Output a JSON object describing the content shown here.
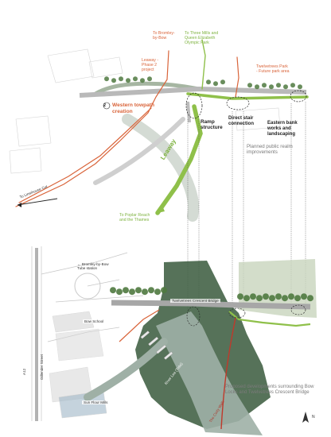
{
  "colors": {
    "orange": "#d9643a",
    "green": "#8fc04a",
    "water": "#9fb0a6",
    "road": "#a7a7a7",
    "tree": "#4f7a40"
  },
  "top_plan": {
    "labels": {
      "bromley": "To Bromley-\nby-Bow",
      "three_mills": "To Three Mills and\nQueen Elizabeth\nOlympic Park",
      "leaway_phase": "Leaway -\nPhase 2\nproject",
      "twelvetrees_park": "Twelvetrees Park\n- Future park area",
      "badge": "2",
      "western_towpath": "Western towpath\ncreation",
      "ramp": "Ramp\nstructure",
      "direct_stair": "Direct stair\nconnection",
      "eastern_bank": "Eastern bank\nworks and\nlandscaping",
      "public_realm": "Planned public realm\nimprovements",
      "leaway": "Leaway",
      "limehouse": "To Limehouse Cut",
      "poplar": "To Poplar Reach\nand the Thames"
    }
  },
  "bottom_plan": {
    "labels": {
      "tube": "← Bromley-by-Bow\nTube station",
      "bridge": "Twelvetrees Crescent Bridge",
      "bow_school": "Bow School",
      "a12": "A12",
      "gillender": "Gillender Street",
      "sun_flour": "Sun Flour Mills",
      "river_lea": "River Lea (Tidal)",
      "cody_walk": "The Cody Walk",
      "caption": "Proposed developments surrounding Bow\nLocks and Twelvetrees Crescent Bridge",
      "north": "N"
    }
  }
}
